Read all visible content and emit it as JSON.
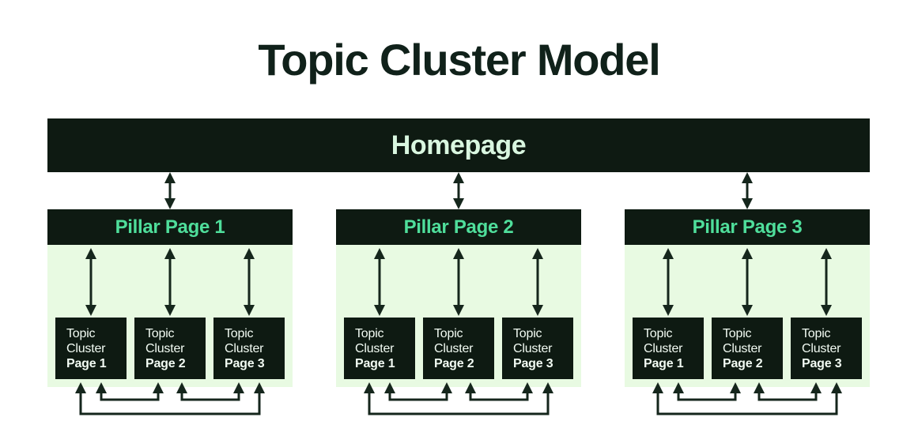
{
  "diagram": {
    "title": "Topic Cluster Model",
    "type": "hierarchy-diagram",
    "colors": {
      "background": "#FFFFFF",
      "dark_box": "#0E1A12",
      "panel_green": "#E8FAE2",
      "accent_mint": "#4FDE9B",
      "light_mint_text": "#D9F7E0",
      "box_text": "#F2FBF3",
      "title_text": "#10211A",
      "connector": "#15261C"
    },
    "root": {
      "label": "Homepage"
    },
    "groups": [
      {
        "pillar_label": "Pillar Page 1",
        "clusters": [
          {
            "line1": "Topic",
            "line2": "Cluster",
            "line3": "Page 1"
          },
          {
            "line1": "Topic",
            "line2": "Cluster",
            "line3": "Page 2"
          },
          {
            "line1": "Topic",
            "line2": "Cluster",
            "line3": "Page 3"
          }
        ]
      },
      {
        "pillar_label": "Pillar Page 2",
        "clusters": [
          {
            "line1": "Topic",
            "line2": "Cluster",
            "line3": "Page 1"
          },
          {
            "line1": "Topic",
            "line2": "Cluster",
            "line3": "Page 2"
          },
          {
            "line1": "Topic",
            "line2": "Cluster",
            "line3": "Page 3"
          }
        ]
      },
      {
        "pillar_label": "Pillar Page 3",
        "clusters": [
          {
            "line1": "Topic",
            "line2": "Cluster",
            "line3": "Page 1"
          },
          {
            "line1": "Topic",
            "line2": "Cluster",
            "line3": "Page 2"
          },
          {
            "line1": "Topic",
            "line2": "Cluster",
            "line3": "Page 3"
          }
        ]
      }
    ],
    "connectors": {
      "homepage_to_pillar": "double-headed-vertical-arrow",
      "pillar_to_cluster": "double-headed-vertical-arrow",
      "cluster_to_cluster": "u-shaped-single-headed-arrow"
    }
  }
}
